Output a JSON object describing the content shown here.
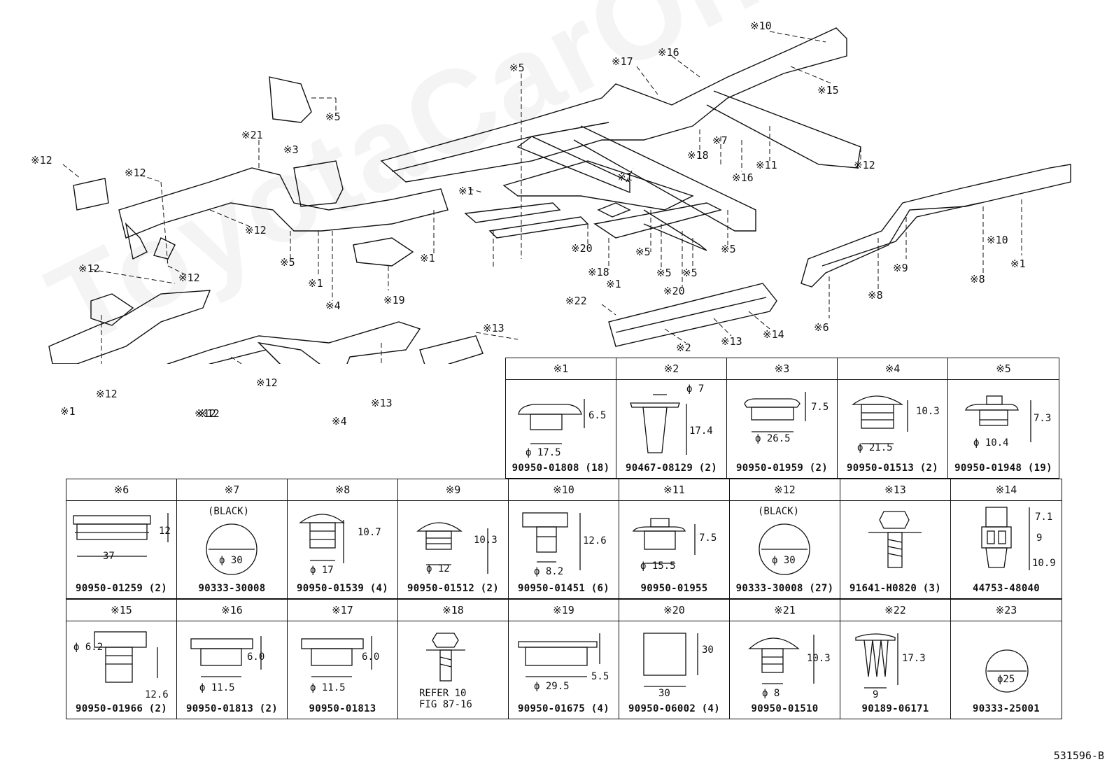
{
  "diagram": {
    "callouts": [
      "※10",
      "※15",
      "※17",
      "※16",
      "※5",
      "※5",
      "※3",
      "※21",
      "※12",
      "※12",
      "※18",
      "※7",
      "※16",
      "※11",
      "※12",
      "※1",
      "※1",
      "※12",
      "※5",
      "※1",
      "※20",
      "※18",
      "※5",
      "※5",
      "※5",
      "※1",
      "※5",
      "※4",
      "※1",
      "※19",
      "※12",
      "※12",
      "※20",
      "※22",
      "※13",
      "※14",
      "※2",
      "※6",
      "※8",
      "※8",
      "※9",
      "※10",
      "※1",
      "※13",
      "※13",
      "※12",
      "※12",
      "※12",
      "※4",
      "※1",
      "※12"
    ],
    "reference_code": "531596-B"
  },
  "parts_table": {
    "row1": [
      {
        "id": "※1",
        "part_no": "90950-01808 (18)",
        "dims": [
          "6.5",
          "ϕ 17.5"
        ]
      },
      {
        "id": "※2",
        "part_no": "90467-08129 (2)",
        "dims": [
          "ϕ 7",
          "17.4"
        ]
      },
      {
        "id": "※3",
        "part_no": "90950-01959 (2)",
        "dims": [
          "7.5",
          "ϕ 26.5"
        ]
      },
      {
        "id": "※4",
        "part_no": "90950-01513 (2)",
        "dims": [
          "10.3",
          "ϕ 21.5"
        ]
      },
      {
        "id": "※5",
        "part_no": "90950-01948 (19)",
        "dims": [
          "7.3",
          "ϕ 10.4"
        ]
      }
    ],
    "row2": [
      {
        "id": "※6",
        "part_no": "90950-01259 (2)",
        "dims": [
          "12",
          "37"
        ]
      },
      {
        "id": "※7",
        "part_no": "90333-30008",
        "dims": [
          "(BLACK)",
          "ϕ 30"
        ]
      },
      {
        "id": "※8",
        "part_no": "90950-01539 (4)",
        "dims": [
          "10.7",
          "ϕ 17"
        ]
      },
      {
        "id": "※9",
        "part_no": "90950-01512 (2)",
        "dims": [
          "10.3",
          "ϕ 12"
        ]
      },
      {
        "id": "※10",
        "part_no": "90950-01451 (6)",
        "dims": [
          "12.6",
          "ϕ 8.2"
        ]
      },
      {
        "id": "※11",
        "part_no": "90950-01955",
        "dims": [
          "7.5",
          "ϕ 15.5"
        ]
      },
      {
        "id": "※12",
        "part_no": "90333-30008 (27)",
        "dims": [
          "(BLACK)",
          "ϕ 30"
        ]
      },
      {
        "id": "※13",
        "part_no": "91641-H0820 (3)",
        "dims": []
      },
      {
        "id": "※14",
        "part_no": "44753-48040",
        "dims": [
          "7.1",
          "9",
          "10.9"
        ]
      }
    ],
    "row3": [
      {
        "id": "※15",
        "part_no": "90950-01966 (2)",
        "dims": [
          "ϕ 6.2",
          "12.6"
        ]
      },
      {
        "id": "※16",
        "part_no": "90950-01813 (2)",
        "dims": [
          "6.0",
          "ϕ 11.5"
        ]
      },
      {
        "id": "※17",
        "part_no": "90950-01813",
        "dims": [
          "6.0",
          "ϕ 11.5"
        ]
      },
      {
        "id": "※18",
        "part_no": "",
        "dims": [
          "REFER 10",
          "FIG 87-16"
        ]
      },
      {
        "id": "※19",
        "part_no": "90950-01675 (4)",
        "dims": [
          "5.5",
          "ϕ 29.5"
        ]
      },
      {
        "id": "※20",
        "part_no": "90950-06002 (4)",
        "dims": [
          "30",
          "30"
        ]
      },
      {
        "id": "※21",
        "part_no": "90950-01510",
        "dims": [
          "10.3",
          "ϕ 8"
        ]
      },
      {
        "id": "※22",
        "part_no": "90189-06171",
        "dims": [
          "17.3",
          "9"
        ]
      },
      {
        "id": "※23",
        "part_no": "90333-25001",
        "dims": [
          "ϕ25"
        ]
      }
    ]
  },
  "watermark": "ToyotaCarOnline.ru"
}
